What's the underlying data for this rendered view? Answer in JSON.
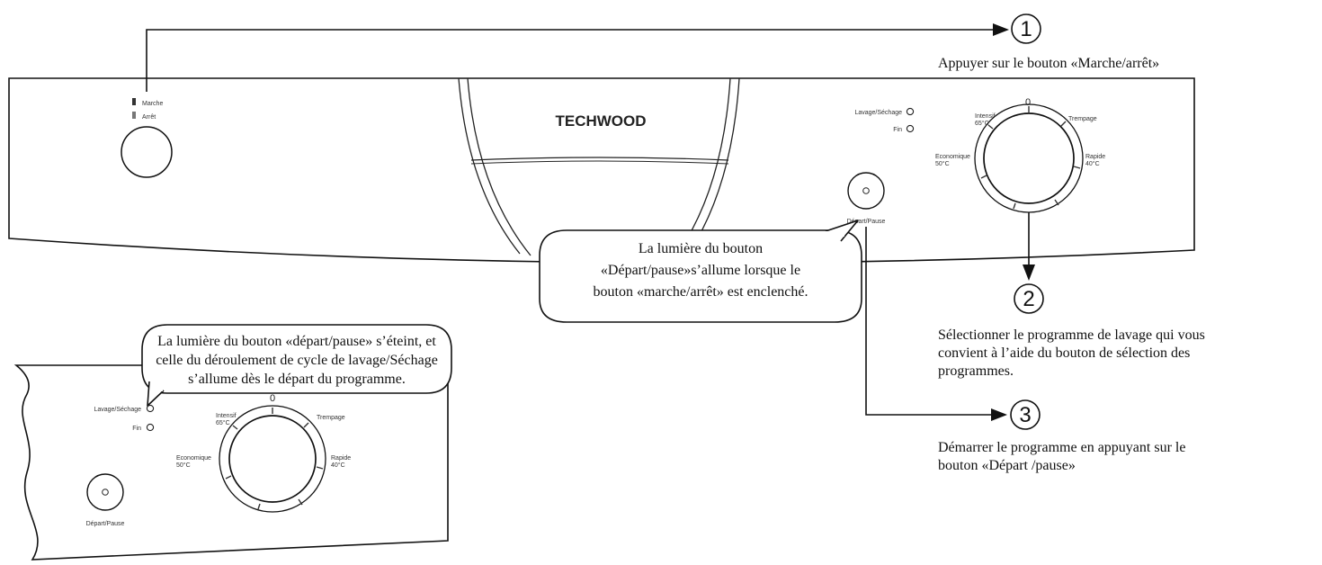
{
  "panel": {
    "brand": "TECHWOOD",
    "power_on_label": "Marche",
    "power_off_label": "Arrêt",
    "wash_dry_label": "Lavage/Séchage",
    "end_label": "Fin",
    "start_pause_label": "Départ/Pause",
    "dial": {
      "zero": "0",
      "intensive": "Intensif",
      "intensive_temp": "65°C",
      "soak": "Trempage",
      "eco": "Economique",
      "eco_temp": "50°C",
      "quick": "Rapide",
      "quick_temp": "40°C"
    }
  },
  "steps": [
    {
      "number": "1",
      "lines": [
        "Appuyer sur le bouton «Marche/arrêt»"
      ]
    },
    {
      "number": "2",
      "lines": [
        "Sélectionner le programme de lavage qui vous",
        "convient à l’aide du bouton de sélection des",
        "programmes."
      ]
    },
    {
      "number": "3",
      "lines": [
        "Démarrer le programme en appuyant sur le",
        "bouton «Départ /pause»"
      ]
    }
  ],
  "callouts": {
    "start_light": [
      "La lumière du bouton",
      "«Départ/pause»s’allume lorsque le",
      "bouton «marche/arrêt» est enclenché."
    ],
    "cycle_light": [
      "La lumière du bouton «départ/pause» s’éteint, et",
      "celle du déroulement de cycle de lavage/Séchage",
      "s’allume dès le départ du programme."
    ]
  },
  "detail": {
    "wash_dry_label": "Lavage/Séchage",
    "end_label": "Fin",
    "start_pause_label": "Départ/Pause",
    "dial": {
      "zero": "0",
      "intensive": "Intensif",
      "intensive_temp": "65°C",
      "soak": "Trempage",
      "eco": "Economique",
      "eco_temp": "50°C",
      "quick": "Rapide",
      "quick_temp": "40°C"
    }
  }
}
